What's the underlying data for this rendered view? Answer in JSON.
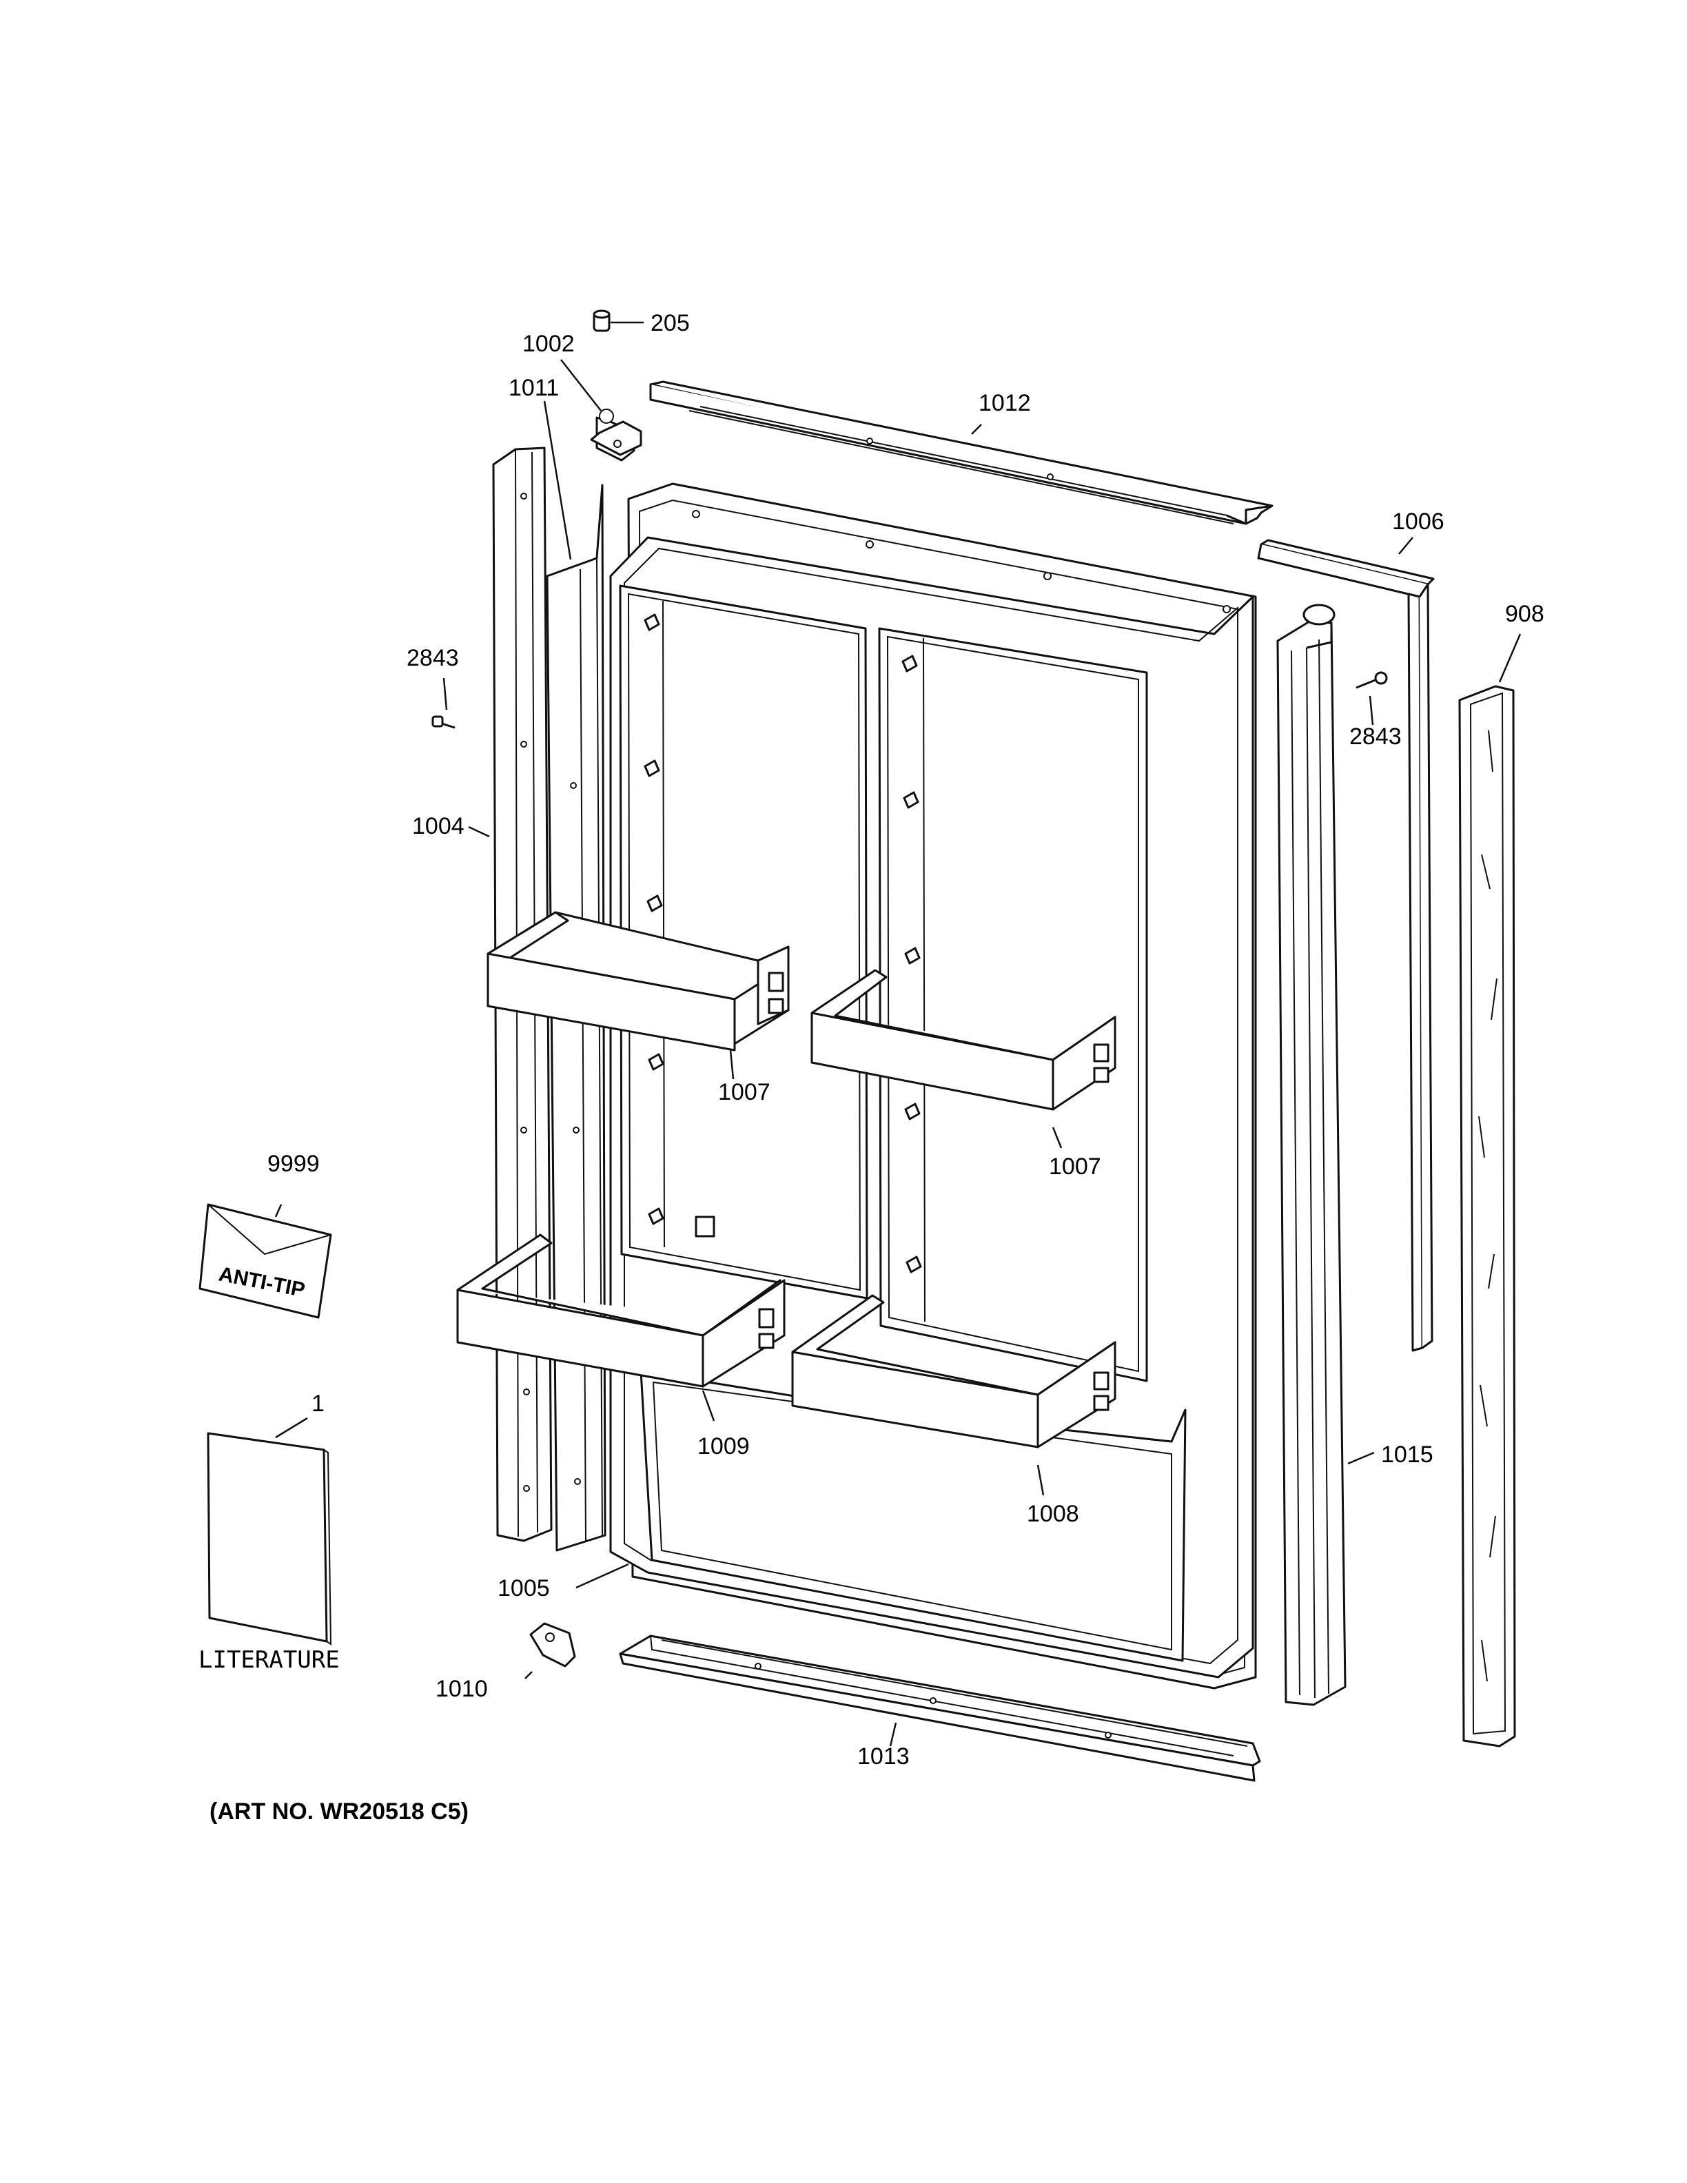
{
  "callouts": {
    "c205": "205",
    "c1002": "1002",
    "c1011": "1011",
    "c1012": "1012",
    "c1006": "1006",
    "c908": "908",
    "c2843_left": "2843",
    "c2843_right": "2843",
    "c1004": "1004",
    "c1007_left": "1007",
    "c1007_right": "1007",
    "c9999": "9999",
    "c1": "1",
    "c1009": "1009",
    "c1008": "1008",
    "c1015": "1015",
    "c1005": "1005",
    "c1010": "1010",
    "c1013": "1013"
  },
  "envelope_label": "ANTI-TIP",
  "literature_label": "LITERATURE",
  "art_number": "(ART NO. WR20518 C5)"
}
